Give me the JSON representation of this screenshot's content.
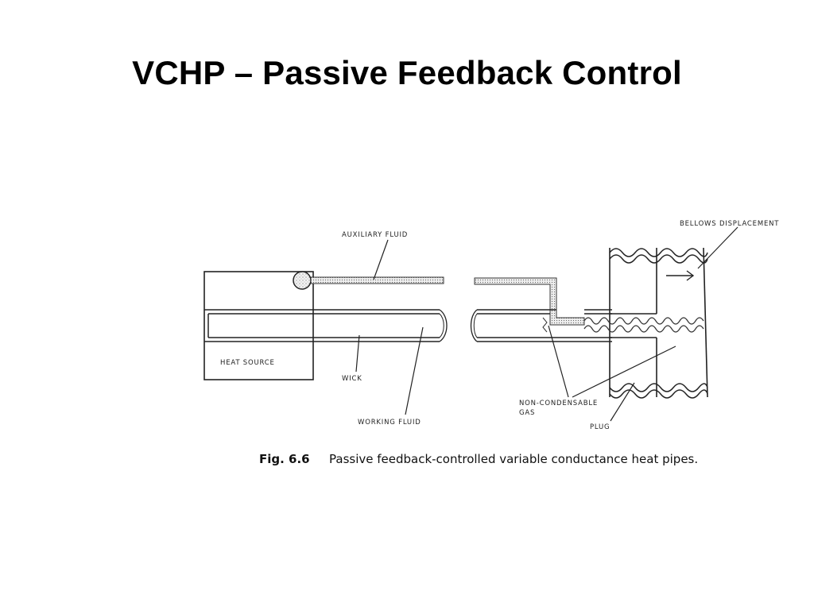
{
  "slide": {
    "title": "VCHP – Passive Feedback Control"
  },
  "diagram": {
    "labels": {
      "auxiliary_fluid": "AUXILIARY FLUID",
      "bellows_displacement": "BELLOWS DISPLACEMENT",
      "heat_source": "HEAT SOURCE",
      "wick": "WICK",
      "working_fluid": "WORKING FLUID",
      "non_condensable_gas_line1": "NON-CONDENSABLE",
      "non_condensable_gas_line2": "GAS",
      "plug": "PLUG"
    },
    "caption": {
      "number": "Fig. 6.6",
      "text": "Passive feedback-controlled variable conductance heat pipes."
    }
  }
}
